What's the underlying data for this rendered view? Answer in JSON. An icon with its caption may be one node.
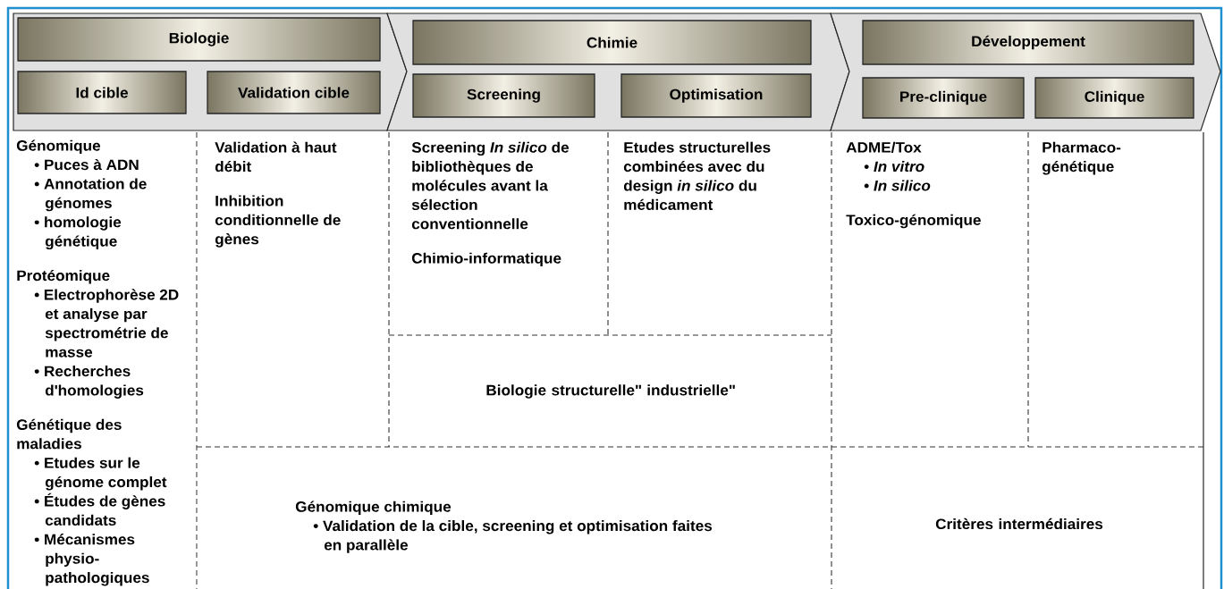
{
  "diagram": {
    "nodes": [
      {
        "text": [],
        "shape": "chevron"
      },
      {
        "text": [
          "Biologie"
        ],
        "in": 0
      },
      {
        "text": [
          "Id cible"
        ],
        "in": 0
      },
      {
        "text": [
          "Validation cible"
        ],
        "in": 0
      },
      {
        "text": [],
        "shape": "chevron"
      },
      {
        "text": [
          "Chimie"
        ],
        "in": 4
      },
      {
        "text": [
          "Screening"
        ],
        "in": 4
      },
      {
        "text": [
          "Optimisation"
        ],
        "in": 4
      },
      {
        "text": [],
        "shape": "chevron"
      },
      {
        "text": [
          "Développement"
        ],
        "in": 8
      },
      {
        "text": [
          "Pre-clinique"
        ],
        "in": 8
      },
      {
        "text": [
          "Clinique"
        ],
        "in": 8
      },
      {
        "text": [
          "Génomique",
          "• Puces à ADN",
          "• Annotation de génomes",
          "• homologie génétique",
          "Protéomique",
          "• Electrophorèse 2D et analyse par spectrométrie de masse",
          "• Recherches d'homologies",
          "Génétique des maladies",
          "• Etudes sur le génome complet",
          "• Études de gènes candidats",
          "• Mécanismes physio-pathologiques"
        ]
      },
      {
        "text": [
          "Validation à haut débit",
          "Inhibition conditionnelle de gènes"
        ]
      },
      {
        "text": [
          "Screening *In silico* de bibliothèques de molécules avant la sélection conventionnelle",
          "Chimio-informatique"
        ]
      },
      {
        "text": [
          "Etudes structurelles combinées avec du design *in silico* du médicament"
        ]
      },
      {
        "text": [
          "ADME/Tox",
          "• *In vitro*",
          "• *In silico*",
          "Toxico-génomique"
        ]
      },
      {
        "text": [
          "Pharmaco-génétique"
        ]
      },
      {
        "text": [
          "Biologie structurelle\" industrielle\""
        ]
      },
      {
        "text": [
          "Génomique chimique",
          "• Validation de la cible, screening et optimisation faites en parallèle"
        ]
      },
      {
        "text": [
          "Critères intermédiaires"
        ]
      }
    ]
  }
}
